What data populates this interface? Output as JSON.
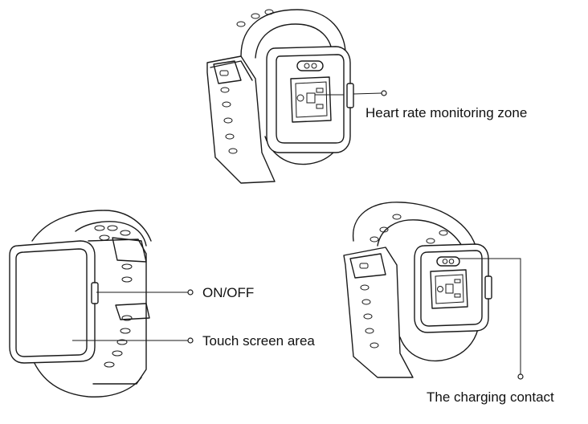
{
  "labels": {
    "heart_rate": "Heart rate monitoring zone",
    "on_off": "ON/OFF",
    "touch_screen": "Touch screen area",
    "charging": "The charging contact"
  },
  "colors": {
    "ink": "#1a1a1a",
    "background": "#ffffff"
  }
}
